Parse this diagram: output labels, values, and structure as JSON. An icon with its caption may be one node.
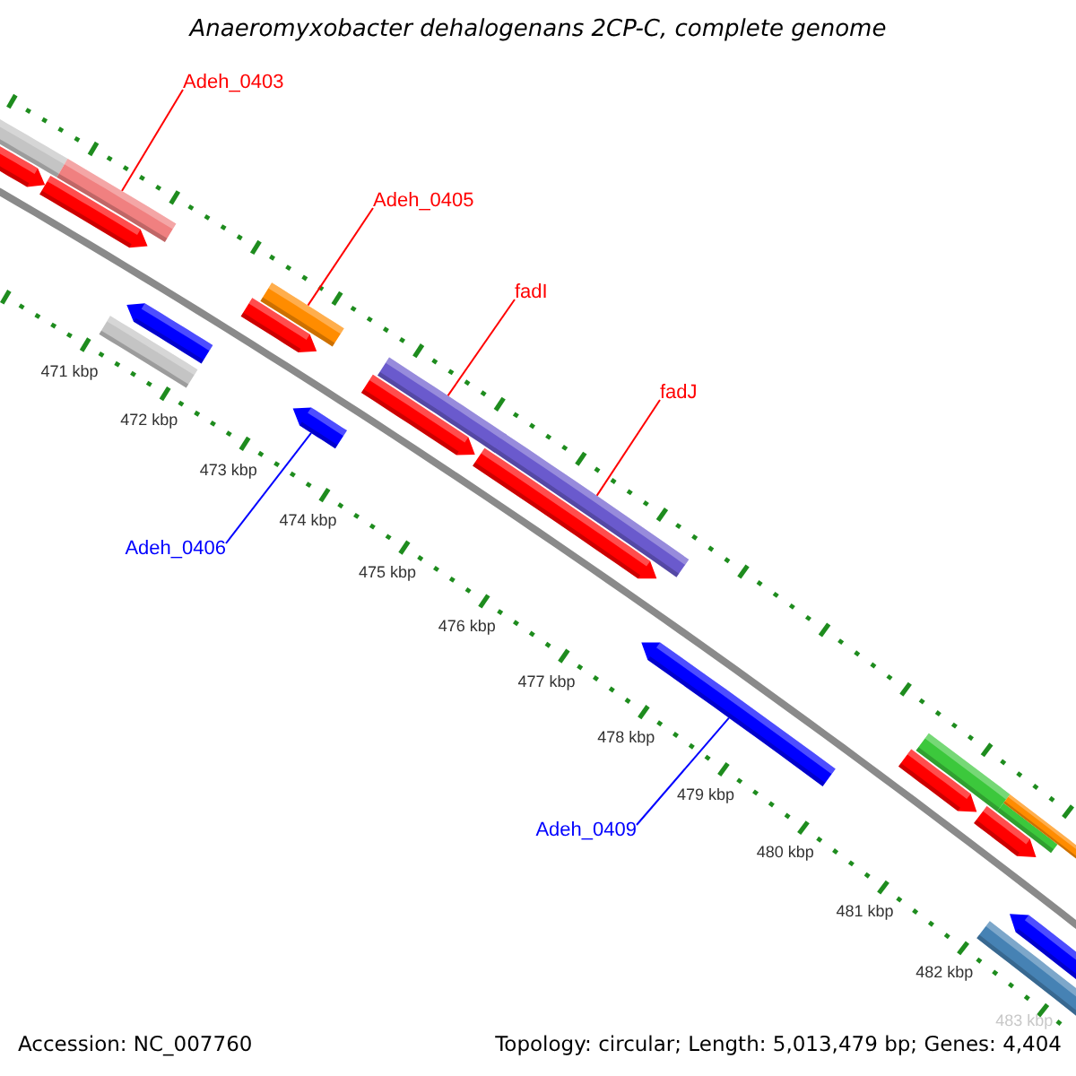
{
  "diagram": {
    "title": "Anaeromyxobacter dehalogenans 2CP-C, complete genome",
    "nodes": [
      {
        "text": [
          "Adeh_0403"
        ]
      },
      {
        "text": [
          "Adeh_0405"
        ]
      },
      {
        "text": [
          "fadI"
        ]
      },
      {
        "text": [
          "fadJ"
        ]
      },
      {
        "text": [
          "Adeh_0406"
        ]
      },
      {
        "text": [
          "Adeh_0409"
        ]
      },
      {
        "text": [],
        "shape": "bar"
      },
      {
        "text": [],
        "shape": "bar"
      },
      {
        "text": [],
        "shape": "bar"
      },
      {
        "text": [],
        "shape": "bar"
      },
      {
        "text": [],
        "shape": "bar"
      },
      {
        "text": [],
        "shape": "bar"
      },
      {
        "text": [],
        "shape": "bar"
      },
      {
        "text": [],
        "shape": "bar"
      },
      {
        "text": [],
        "shape": "bar"
      },
      {
        "text": [],
        "shape": "bar"
      },
      {
        "text": [],
        "shape": "bar"
      },
      {
        "text": [],
        "shape": "bar"
      },
      {
        "text": [],
        "shape": "bar"
      },
      {
        "text": [],
        "shape": "bar"
      },
      {
        "text": [],
        "shape": "bar"
      },
      {
        "text": [],
        "shape": "bar"
      },
      {
        "text": [],
        "shape": "bar"
      },
      {
        "text": [],
        "shape": "bar"
      },
      {
        "text": [],
        "shape": "bar"
      },
      {
        "text": [],
        "shape": "bar"
      }
    ],
    "edges": [
      {
        "from": 0,
        "to": 9,
        "arrow": "none"
      },
      {
        "from": 1,
        "to": 13,
        "arrow": "none"
      },
      {
        "from": 2,
        "to": 16,
        "arrow": "none"
      },
      {
        "from": 3,
        "to": 18,
        "arrow": "none"
      },
      {
        "from": 4,
        "to": 14,
        "arrow": "none",
        "color": "#0000ff"
      },
      {
        "from": 5,
        "to": 19,
        "arrow": "none",
        "color": "#0000ff"
      }
    ],
    "labels": [
      "471 kbp",
      "472 kbp",
      "473 kbp",
      "474 kbp",
      "475 kbp",
      "476 kbp",
      "477 kbp",
      "478 kbp",
      "479 kbp",
      "480 kbp",
      "481 kbp",
      "482 kbp",
      "483 kbp",
      "Accession: NC_007760",
      "Topology: circular; Length: 5,013,479 bp; Genes: 4,404"
    ]
  }
}
